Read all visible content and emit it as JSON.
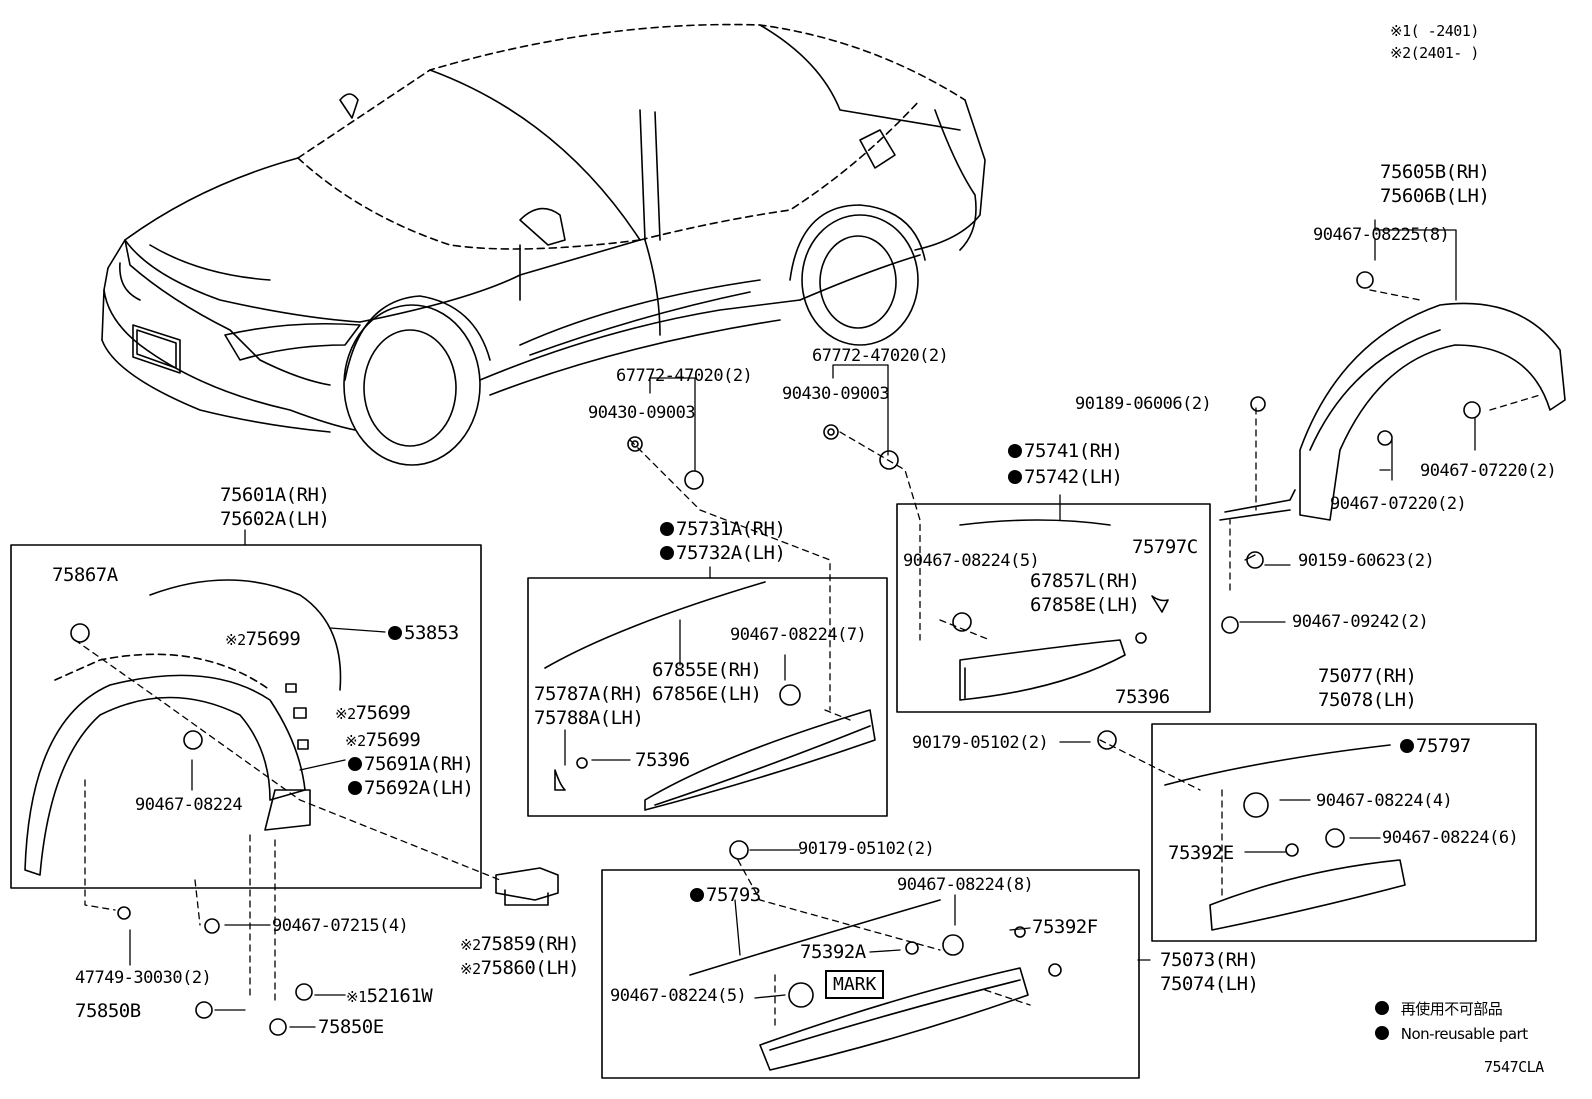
{
  "diagram_code": "7547CLA",
  "notes": {
    "note1": "※1(     -2401)",
    "note2": "※2(2401-     )"
  },
  "legend": {
    "jp": "再使用不可部品",
    "en": "Non-reusable part"
  },
  "mark_label": "MARK",
  "labels": {
    "p75605B": "75605B(RH)",
    "p75606B": "75606B(LH)",
    "p90467_08225": "90467-08225(8)",
    "p90189": "90189-06006(2)",
    "p90467_07220a": "90467-07220(2)",
    "p90467_07220b": "90467-07220(2)",
    "p90159": "90159-60623(2)",
    "p90467_09242": "90467-09242(2)",
    "p67772a": "67772-47020(2)",
    "p90430a": "90430-09003",
    "p67772b": "67772-47020(2)",
    "p90430b": "90430-09003",
    "p75741": "75741(RH)",
    "p75742": "75742(LH)",
    "p75797C": "75797C",
    "p90467_08224_5a": "90467-08224(5)",
    "p67857L": "67857L(RH)",
    "p67858E": "67858E(LH)",
    "p75396a": "75396",
    "p75601A": "75601A(RH)",
    "p75602A": "75602A(LH)",
    "p75867A": "75867A",
    "p75699a": "75699",
    "p53853": "53853",
    "p75699b": "75699",
    "p75699c": "75699",
    "p75691A": "75691A(RH)",
    "p75692A": "75692A(LH)",
    "p90467_08224": "90467-08224",
    "p75731A": "75731A(RH)",
    "p75732A": "75732A(LH)",
    "p90467_08224_7": "90467-08224(7)",
    "p67855E": "67855E(RH)",
    "p67856E": "67856E(LH)",
    "p75787A": "75787A(RH)",
    "p75788A": "75788A(LH)",
    "p75396b": "75396",
    "p90179a": "90179-05102(2)",
    "p75077": "75077(RH)",
    "p75078": "75078(LH)",
    "p75797": "75797",
    "p90467_08224_4": "90467-08224(4)",
    "p90467_08224_6": "90467-08224(6)",
    "p75392E": "75392E",
    "p90179b": "90179-05102(2)",
    "p90467_07215": "90467-07215(4)",
    "p75859": "75859(RH)",
    "p75860": "75860(LH)",
    "p75793": "75793",
    "p90467_08224_8": "90467-08224(8)",
    "p75392A": "75392A",
    "p75392F": "75392F",
    "p90467_08224_5b": "90467-08224(5)",
    "p75073": "75073(RH)",
    "p75074": "75074(LH)",
    "p47749": "47749-30030(2)",
    "p52161W": "52161W",
    "p75850B": "75850B",
    "p75850E": "75850E"
  }
}
